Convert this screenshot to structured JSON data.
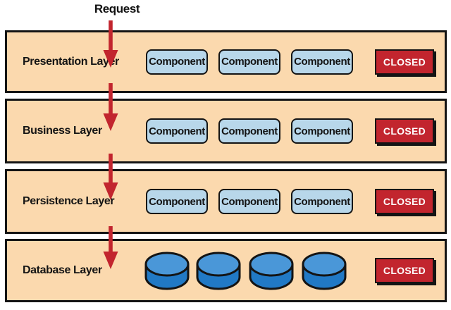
{
  "diagram": {
    "request_label": "Request",
    "layers": [
      {
        "name": "Presentation Layer",
        "components": [
          "Component",
          "Component",
          "Component"
        ],
        "closed": "CLOSED"
      },
      {
        "name": "Business Layer",
        "components": [
          "Component",
          "Component",
          "Component"
        ],
        "closed": "CLOSED"
      },
      {
        "name": "Persistence Layer",
        "components": [
          "Component",
          "Component",
          "Component"
        ],
        "closed": "CLOSED"
      },
      {
        "name": "Database Layer",
        "database_count": 4,
        "closed": "CLOSED"
      }
    ],
    "colors": {
      "layer_fill": "#fbd9ae",
      "outline": "#141414",
      "component_fill": "#b8d7ea",
      "closed_fill": "#c2252e",
      "closed_text": "#ffffff",
      "arrow": "#c2252e",
      "database_top": "#4a97d8",
      "database_body": "#2179c5"
    }
  }
}
